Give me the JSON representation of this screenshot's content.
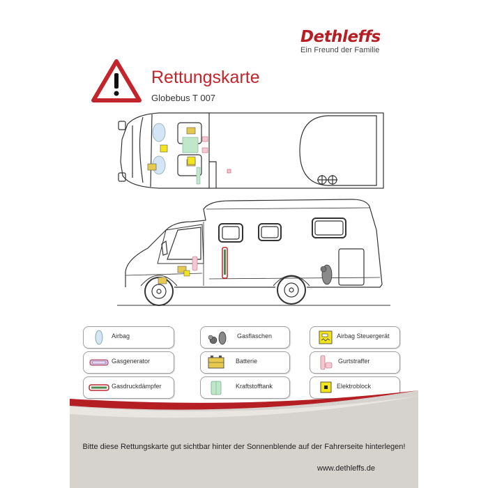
{
  "brand": {
    "name": "Dethleffs",
    "tagline": "Ein Freund der Familie"
  },
  "card": {
    "title": "Rettungskarte",
    "model": "Globebus T 007"
  },
  "legend": [
    {
      "id": "airbag",
      "label": "Airbag",
      "icon": "airbag-icon"
    },
    {
      "id": "gasflaschen",
      "label": "Gasflaschen",
      "icon": "gas-bottles-icon"
    },
    {
      "id": "airbag-steuergeraet",
      "label": "Airbag Steuergerät",
      "icon": "airbag-control-unit-icon"
    },
    {
      "id": "gasgenerator",
      "label": "Gasgenerator",
      "icon": "gas-generator-icon"
    },
    {
      "id": "batterie",
      "label": "Batterie",
      "icon": "battery-icon"
    },
    {
      "id": "gurtstraffer",
      "label": "Gurtstraffer",
      "icon": "seatbelt-tensioner-icon"
    },
    {
      "id": "gasdruckdaempfer",
      "label": "Gasdruckdämpfer",
      "icon": "gas-strut-icon"
    },
    {
      "id": "kraftstofftank",
      "label": "Kraftstofftank",
      "icon": "fuel-tank-icon"
    },
    {
      "id": "elektroblock",
      "label": "Elektroblock",
      "icon": "electrical-block-icon"
    }
  ],
  "footer": {
    "instruction": "Bitte diese Rettungskarte gut sichtbar hinter der Sonnenblende auf der Fahrerseite hinterlegen!",
    "website": "www.dethleffs.de"
  },
  "colors": {
    "brand_red": "#c2252b",
    "footer_grey": "#d6d3cf",
    "swoosh_red": "#b51f24",
    "warning_yellow": "#f2e51d"
  }
}
